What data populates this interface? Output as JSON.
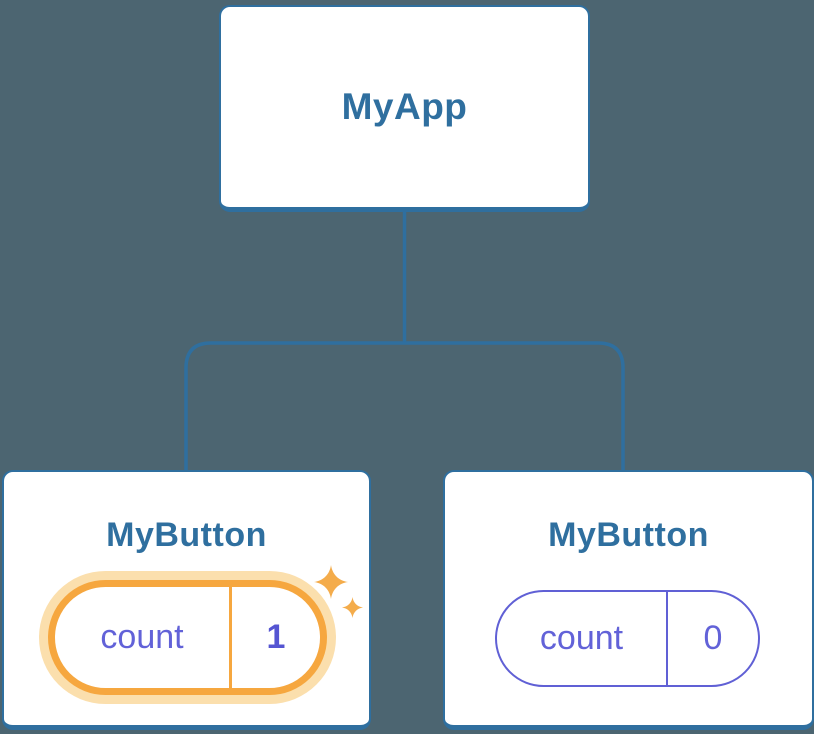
{
  "diagram": {
    "type": "react-component-tree",
    "root": {
      "label": "MyApp"
    },
    "children": [
      {
        "label": "MyButton",
        "state": {
          "key": "count",
          "value": "1",
          "highlighted": true
        }
      },
      {
        "label": "MyButton",
        "state": {
          "key": "count",
          "value": "0",
          "highlighted": false
        }
      }
    ]
  },
  "icons": {
    "sparkle_large": "sparkle-icon",
    "sparkle_small": "sparkle-icon"
  },
  "colors": {
    "background": "#4C6571",
    "node_border": "#2F6F9F",
    "node_text": "#2F6F9F",
    "connector": "#2F6F9F",
    "state_text": "#6262D8",
    "state_value_text": "#5555D2",
    "state_border": "#6060D5",
    "highlight_border": "#F6A73F",
    "highlight_halo": "#FBDFAD",
    "sparkle": "#F4AC4B"
  }
}
